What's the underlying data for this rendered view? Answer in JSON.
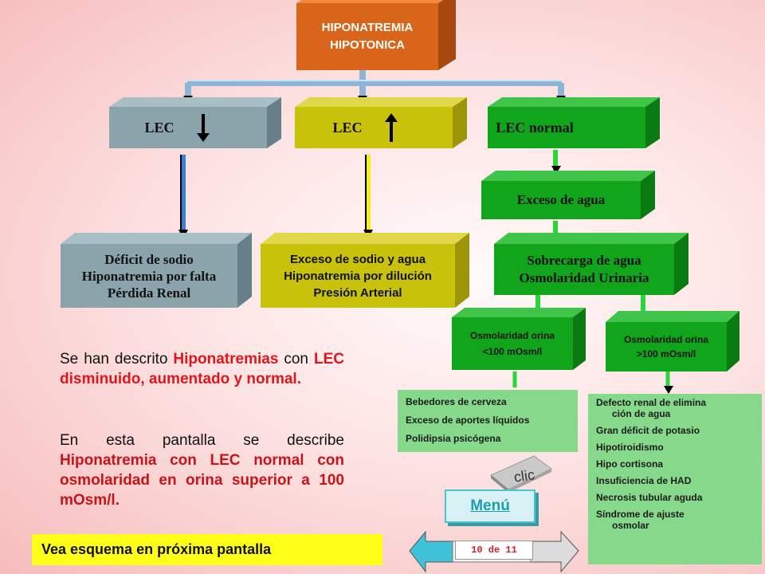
{
  "title": {
    "line1": "HIPONATREMIA",
    "line2": "HIPOTONICA"
  },
  "lec_boxes": [
    {
      "label": "LEC",
      "arrow": "down-arrow"
    },
    {
      "label": "LEC",
      "arrow": "up-arrow"
    },
    {
      "label": "LEC normal"
    }
  ],
  "exceso_agua": "Exceso de agua",
  "deficit": {
    "line1": "Déficit de sodio",
    "line2": "Hiponatremia por falta",
    "line3": "Pérdida Renal"
  },
  "exceso_sodio": {
    "line1": "Exceso de sodio y agua",
    "line2": "Hiponatremia por dilución",
    "line3": "Presión Arterial"
  },
  "sobrecarga": {
    "line1": "Sobrecarga de agua",
    "line2": "Osmolaridad Urinaria"
  },
  "osm_low": {
    "line1": "Osmolaridad orina",
    "line2": "<100 mOsm/l"
  },
  "osm_high": {
    "line1": "Osmolaridad orina",
    "line2": ">100 mOsm/l"
  },
  "list_low": [
    "Bebedores de cerveza",
    "Exceso de aportes líquidos",
    "Polidipsia psicógena"
  ],
  "list_high": [
    {
      "main": "Defecto renal de elimina",
      "cont": "ción de agua"
    },
    {
      "main": "Gran déficit de potasio"
    },
    {
      "main": "Hipotiroidismo"
    },
    {
      "main": "Hipo cortisona"
    },
    {
      "main": "Insuficiencia de HAD"
    },
    {
      "main": "Necrosis tubular aguda"
    },
    {
      "main": "Síndrome de ajuste",
      "cont": "osmolar"
    }
  ],
  "paragraph1": {
    "a": "Se han descrito ",
    "b": "Hiponatremias",
    "c": " con ",
    "d": "LEC disminuido, aumentado y normal."
  },
  "paragraph2": {
    "a": "En esta pantalla se describe ",
    "b": "Hiponatremia con LEC normal con osmolaridad en orina superior a 100 mOsm/l."
  },
  "footer_note": "Vea esquema en próxima pantalla",
  "clic_label": "clic",
  "menu_label": "Menú",
  "page_counter": "10 de 11",
  "colors": {
    "title_orange": "#d9651a",
    "gray_box": "#8ba3ab",
    "olive_box": "#c9c20a",
    "green_box": "#11a51c",
    "list_green": "#86d88a",
    "highlight_red": "#e0161c",
    "footer_yellow": "#ffff1a",
    "menu_cyan": "#4dc3ce"
  }
}
